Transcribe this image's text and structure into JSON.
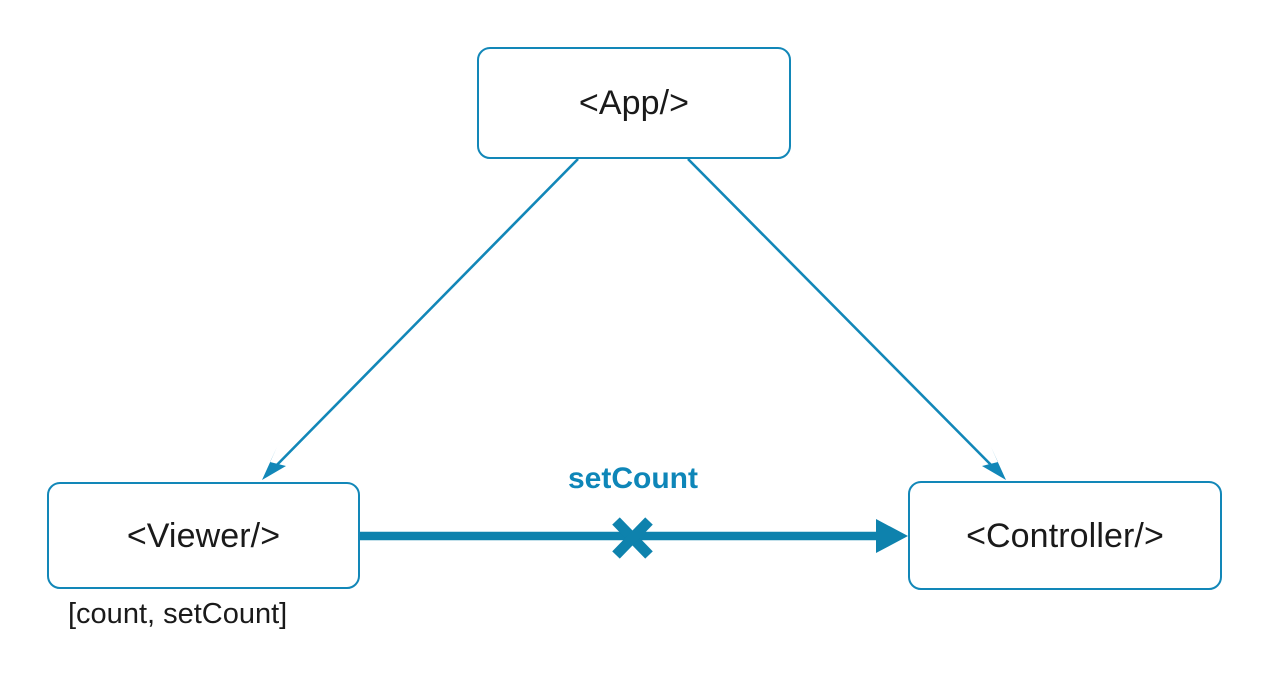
{
  "diagram": {
    "title": "React component data flow diagram",
    "background_color": "#ffffff",
    "accent_color": "#1287b8",
    "edge_color": "#0e82ad",
    "text_color": "#1a1a1a",
    "label_color": "#0e86b8"
  },
  "nodes": {
    "app": {
      "label": "<App/>"
    },
    "viewer": {
      "label": "<Viewer/>"
    },
    "controller": {
      "label": "<Controller/>"
    }
  },
  "captions": {
    "viewer_state": "[count, setCount]"
  },
  "edges": {
    "app_to_viewer": {
      "label": ""
    },
    "app_to_controller": {
      "label": ""
    },
    "viewer_to_controller": {
      "label": "setCount",
      "blocked": true,
      "blocked_marker": "x-mark"
    }
  }
}
